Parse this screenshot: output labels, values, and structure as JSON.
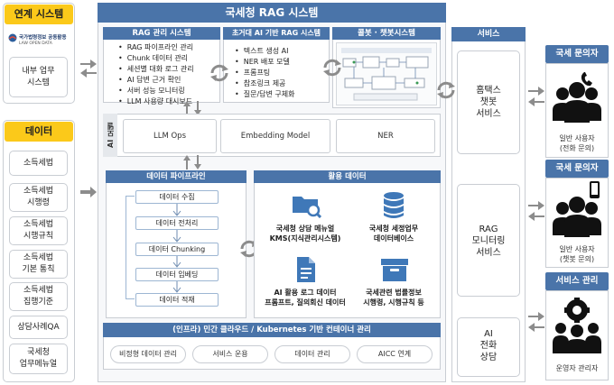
{
  "left": {
    "linked_title": "연계 시스템",
    "logo_name": "국가법령정보 공동활용",
    "logo_sub": "LAW OPEN DATA",
    "linked_item": "내부 업무\n시스템",
    "data_title": "데이터",
    "data_items": [
      "소득세법",
      "소득세법\n시행령",
      "소득세법\n시행규칙",
      "소득세법\n기본 통칙",
      "소득세법\n집행기준",
      "상담사례QA",
      "국세청\n업무메뉴얼"
    ]
  },
  "main": {
    "title": "국세청 RAG 시스템",
    "rag": {
      "title": "RAG 관리 시스템",
      "items": [
        "RAG 파이프라인 관리",
        "Chunk 데이터 관리",
        "세션별 대화 로그 관리",
        "AI 답변 근거 확인",
        "서버 성능 모니터링",
        "LLM 사용량 대시보드"
      ]
    },
    "ai_sys": {
      "title": "초거대 AI 기반 RAG 시스템",
      "items": [
        "텍스트 생성 AI",
        "NER 배포 모델",
        "프롬프팅",
        "참조링크 제공",
        "질문/답변 구체화"
      ]
    },
    "chatbot": {
      "title": "콜봇 · 챗봇시스템"
    },
    "ai_model": {
      "label": "AI 모델",
      "items": [
        "LLM Ops",
        "Embedding Model",
        "NER"
      ]
    },
    "pipeline": {
      "title": "데이터 파이프라인",
      "steps": [
        "데이터 수집",
        "데이터 전처리",
        "데이터 Chunking",
        "데이터 임베딩",
        "데이터 적재"
      ]
    },
    "usage": {
      "title": "활용 데이터",
      "items": [
        {
          "label": "국세청 상담 메뉴얼\nKMS(지식관리시스템)",
          "icon": "folder-search-icon"
        },
        {
          "label": "국세청 세정업무\n데이터베이스",
          "icon": "database-icon"
        },
        {
          "label": "AI 활용 로그 데이터\n프롬프트, 질의회신 데이터",
          "icon": "document-icon"
        },
        {
          "label": "국세관련 법률정보\n시행령, 시행규칙 등",
          "icon": "archive-box-icon"
        }
      ]
    },
    "infra": {
      "title": "(인프라) 민간 클라우드 / Kubernetes 기반 컨테이너 관리",
      "items": [
        "비정형 데이터 관리",
        "서비스 운용",
        "데이터 관리",
        "AICC 연계"
      ]
    }
  },
  "services": {
    "title": "서비스",
    "items": [
      "홈택스\n챗봇\n서비스",
      "RAG\n모니터링\n서비스",
      "AI\n전화\n상담"
    ]
  },
  "right": {
    "groups": [
      {
        "title": "국세 문의자",
        "caption": "일반 사용자\n(전화 문의)",
        "icon": "phone-users-icon"
      },
      {
        "title": "국세 문의자",
        "caption": "일반 사용자\n(챗봇 문의)",
        "icon": "mobile-users-icon"
      },
      {
        "title": "서비스 관리",
        "caption": "운영자 관리자",
        "icon": "admin-gear-users-icon"
      }
    ]
  },
  "colors": {
    "header_blue": "#4a74a9",
    "yellow": "#fbc91a",
    "arrow_gray": "#8c8c8c",
    "border": "#c9cdd3"
  }
}
